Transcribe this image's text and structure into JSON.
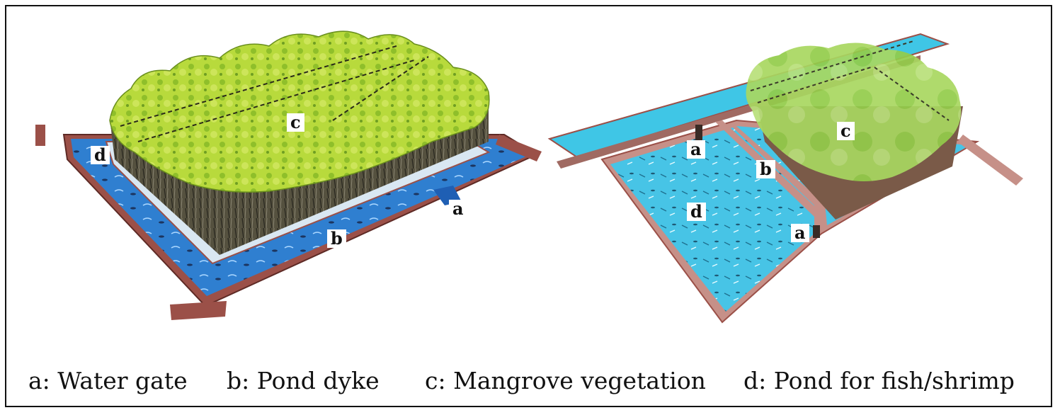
{
  "diagrams": {
    "left": {
      "labels": {
        "a": "a",
        "b": "b",
        "c": "c",
        "d": "d"
      }
    },
    "right": {
      "labels": {
        "a_top": "a",
        "a_bottom": "a",
        "b": "b",
        "c": "c",
        "d": "d"
      }
    }
  },
  "legend": [
    {
      "key": "a",
      "text": "a: Water gate"
    },
    {
      "key": "b",
      "text": "b: Pond dyke"
    },
    {
      "key": "c",
      "text": "c: Mangrove vegetation"
    },
    {
      "key": "d",
      "text": "d: Pond for fish/shrimp"
    }
  ],
  "colors": {
    "water_left": "#2f7fd0",
    "water_right": "#3fc6e6",
    "dyke": "#9b5048",
    "canopy": "#b6d83a",
    "roots": "#4a4638",
    "border": "#111111"
  }
}
